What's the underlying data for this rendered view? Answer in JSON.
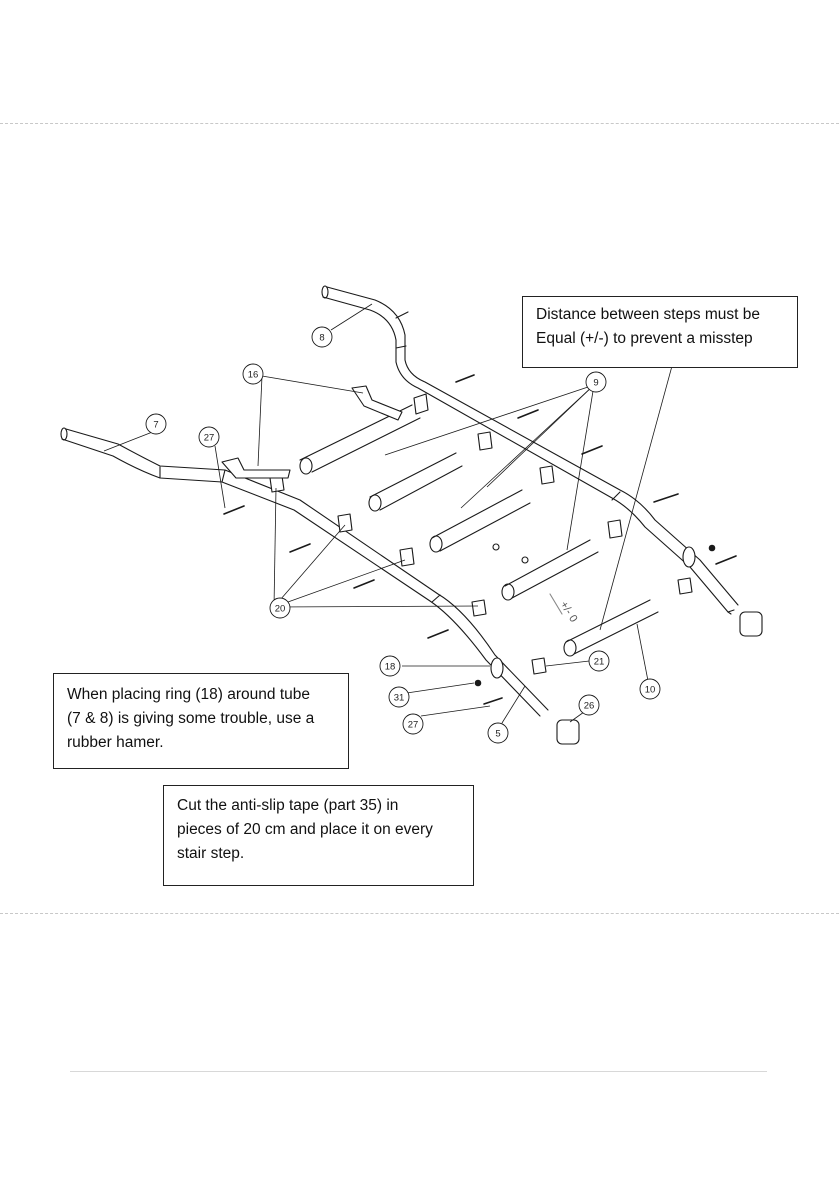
{
  "callouts": [
    {
      "id": "c8",
      "label": "8"
    },
    {
      "id": "c7",
      "label": "7"
    },
    {
      "id": "c16",
      "label": "16"
    },
    {
      "id": "c27a",
      "label": "27"
    },
    {
      "id": "c9",
      "label": "9"
    },
    {
      "id": "c20",
      "label": "20"
    },
    {
      "id": "c18",
      "label": "18"
    },
    {
      "id": "c31",
      "label": "31"
    },
    {
      "id": "c27b",
      "label": "27"
    },
    {
      "id": "c5",
      "label": "5"
    },
    {
      "id": "c26",
      "label": "26"
    },
    {
      "id": "c21",
      "label": "21"
    },
    {
      "id": "c10",
      "label": "10"
    }
  ],
  "dimension_mark": "+/- 0",
  "notes": {
    "distance": [
      "Distance between steps must be",
      "Equal (+/-) to prevent a misstep"
    ],
    "ring": [
      "When placing ring (18) around tube",
      "(7 & 8) is giving some trouble, use a",
      "rubber hamer."
    ],
    "tape": [
      "Cut the anti-slip tape (part 35) in",
      "pieces of 20 cm and place it on every",
      "stair step."
    ]
  }
}
